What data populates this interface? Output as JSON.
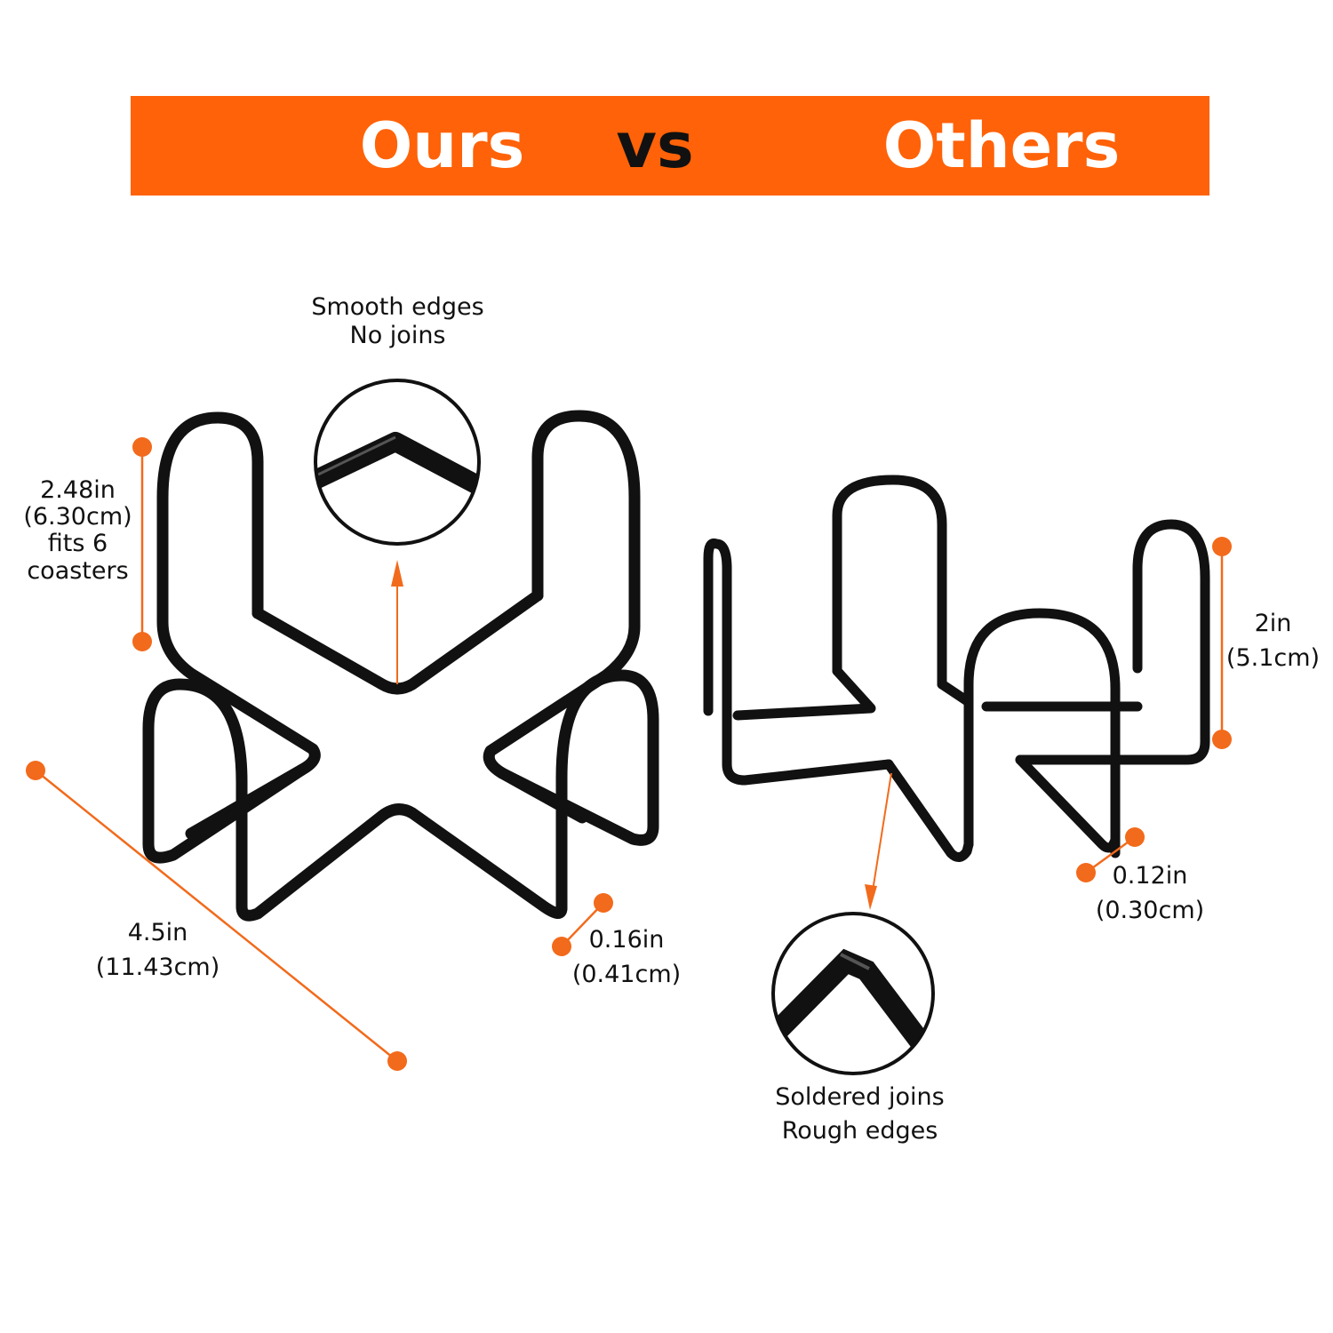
{
  "header": {
    "left_label": "Ours",
    "middle_label": "vs",
    "right_label": "Others",
    "background_color": "#ff6208"
  },
  "ours": {
    "callout": {
      "line1": "Smooth edges",
      "line2": "No joins"
    },
    "height": {
      "line1": "2.48in",
      "line2": "(6.30cm)",
      "line3": "fits 6",
      "line4": "coasters"
    },
    "width": {
      "line1": "4.5in",
      "line2": "(11.43cm)"
    },
    "wire": {
      "line1": "0.16in",
      "line2": "(0.41cm)"
    }
  },
  "others": {
    "callout": {
      "line1": "Soldered joins",
      "line2": "Rough edges"
    },
    "height": {
      "line1": "2in",
      "line2": "(5.1cm)"
    },
    "wire": {
      "line1": "0.12in",
      "line2": "(0.30cm)"
    }
  },
  "colors": {
    "accent": "#f26a1b",
    "wire": "#111111"
  }
}
